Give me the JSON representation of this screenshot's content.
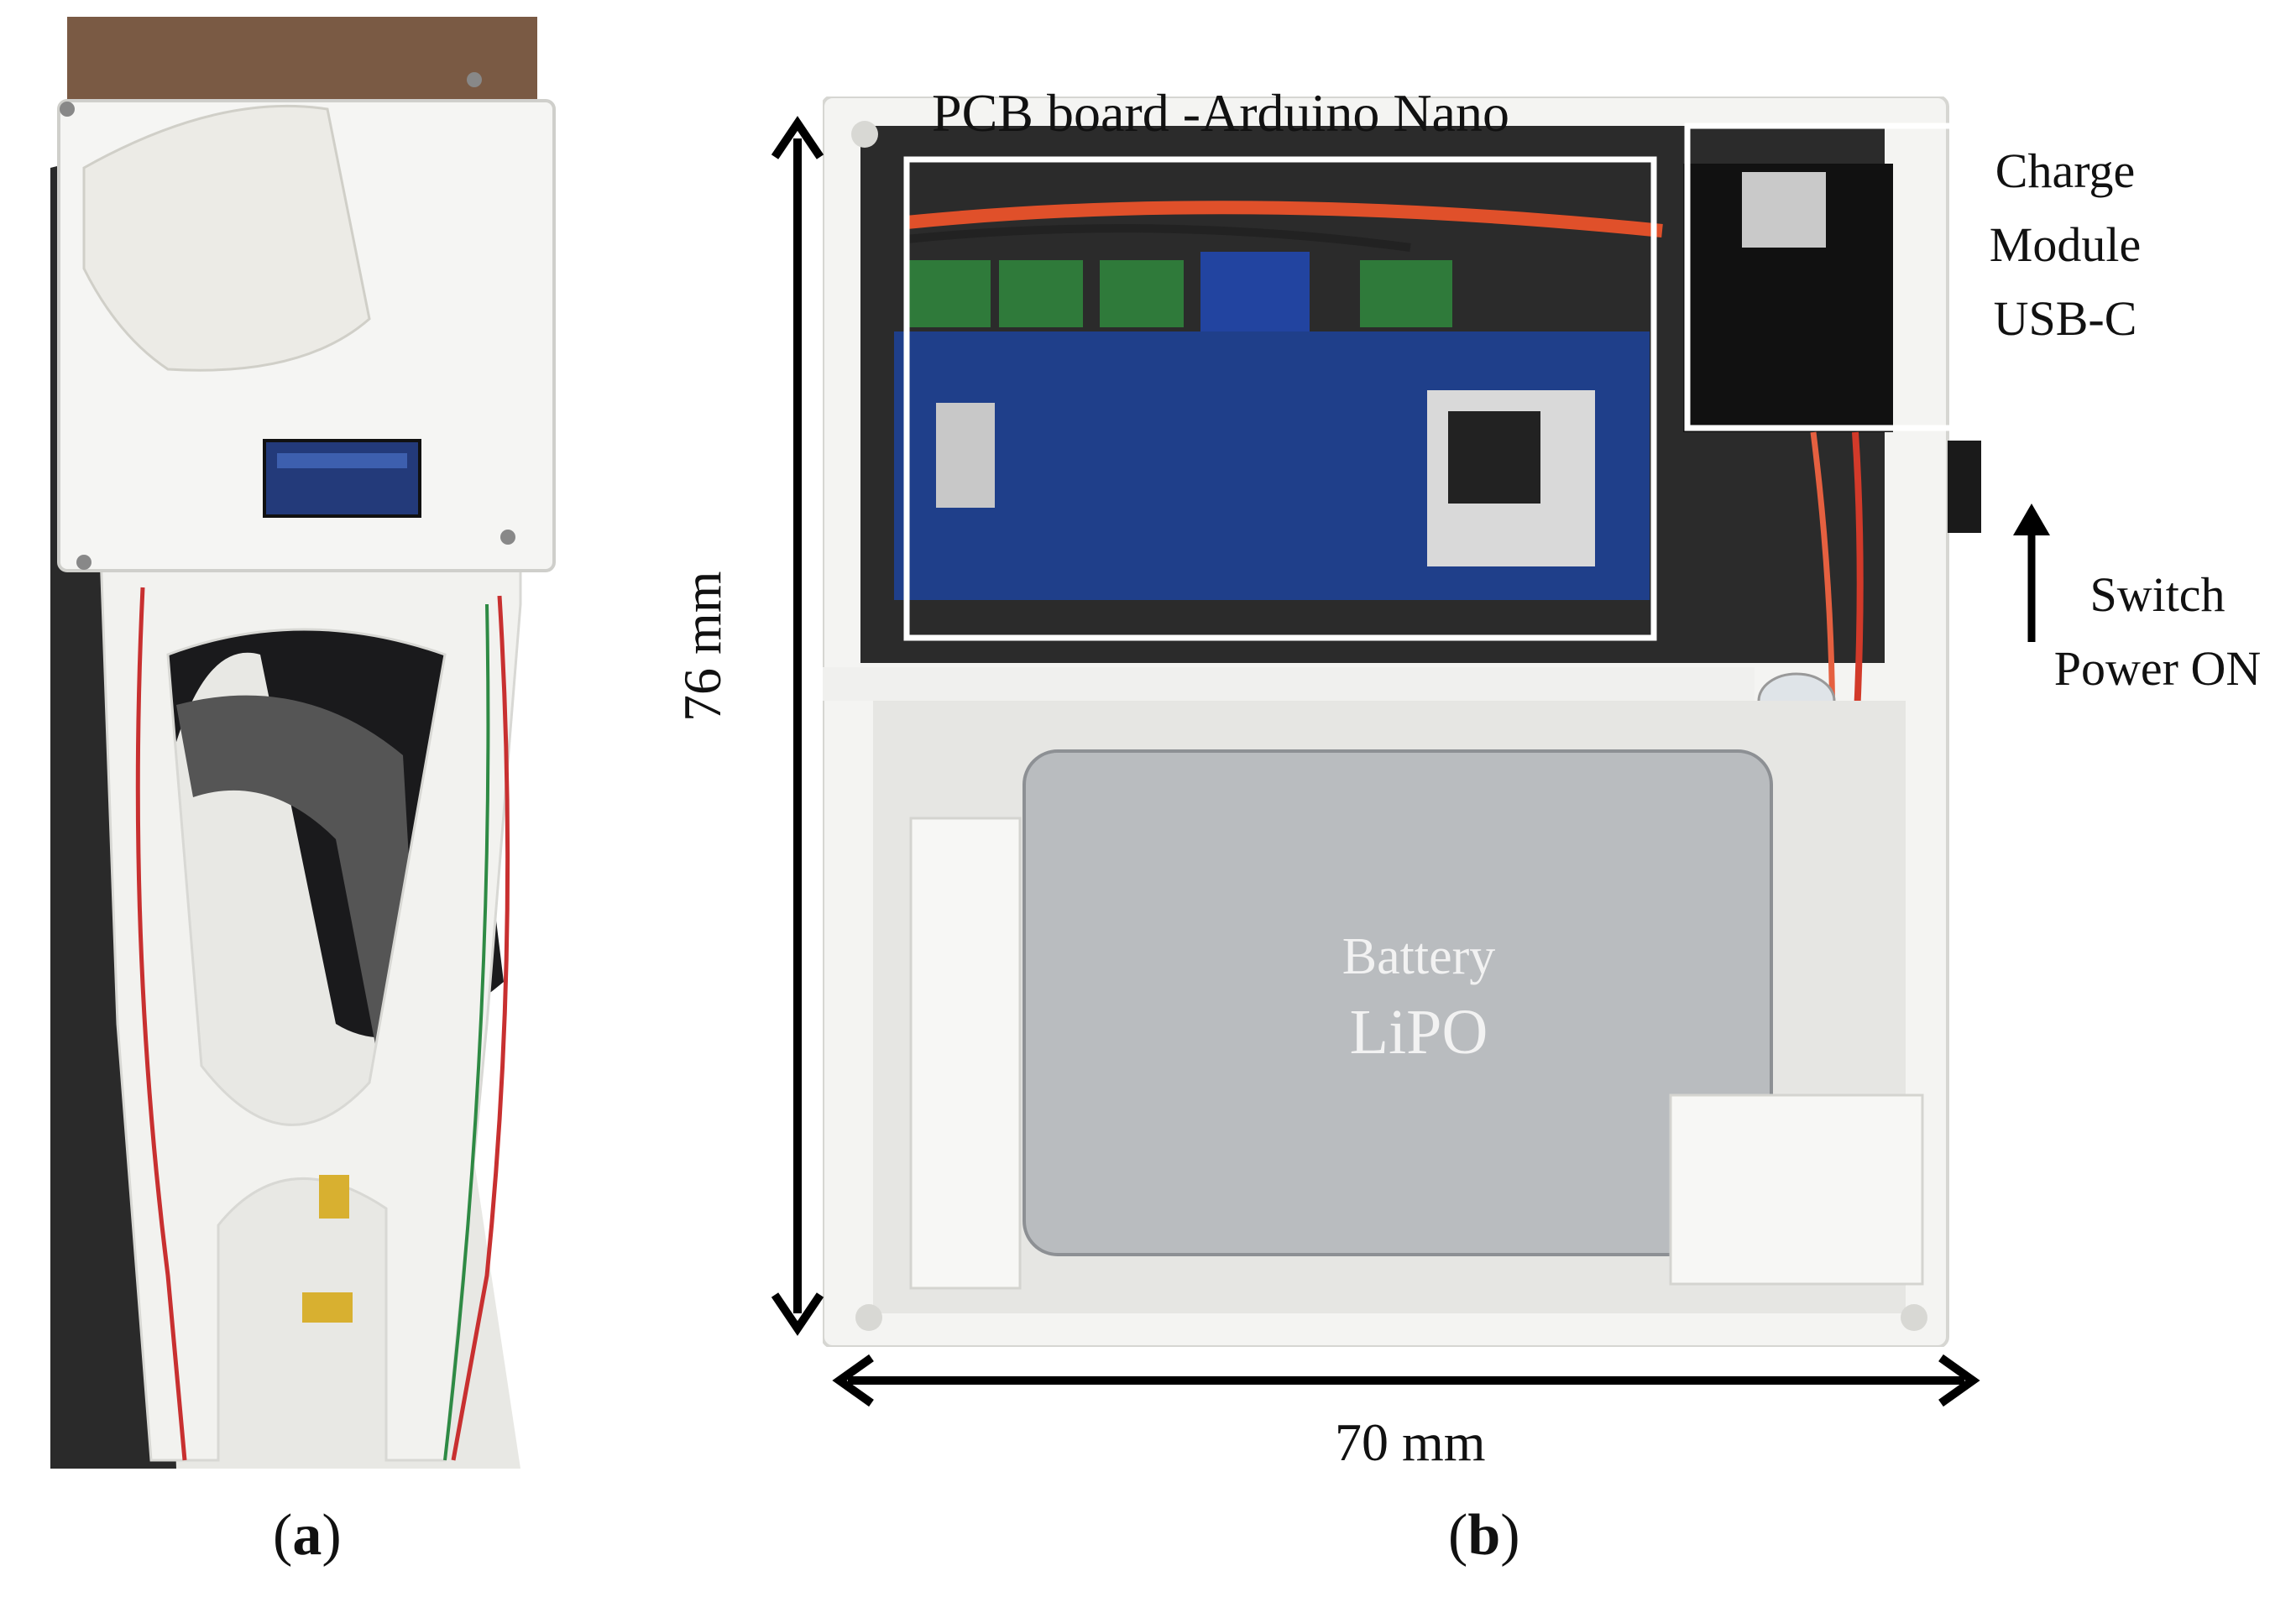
{
  "figure": {
    "panel_a": {
      "label_letter": "a"
    },
    "panel_b": {
      "label_letter": "b",
      "pcb_label": "PCB board -Arduino Nano",
      "charge_module_label": [
        "Charge",
        "Module",
        "USB-C"
      ],
      "switch_label": [
        "Switch",
        "Power ON"
      ],
      "battery_label_top": "Battery",
      "battery_label_bottom": "LiPO",
      "height_dim": "76 mm",
      "width_dim": "70 mm"
    }
  },
  "colors": {
    "enclosure": "#f4f4f2",
    "pcb_blue": "#1f3f8a",
    "terminal_green": "#2f7a3a",
    "battery_silver": "#b9bcbf",
    "wire_red": "#d23a2a",
    "sock_white": "#e8e8e4",
    "foam_black": "#1a1a1c"
  }
}
